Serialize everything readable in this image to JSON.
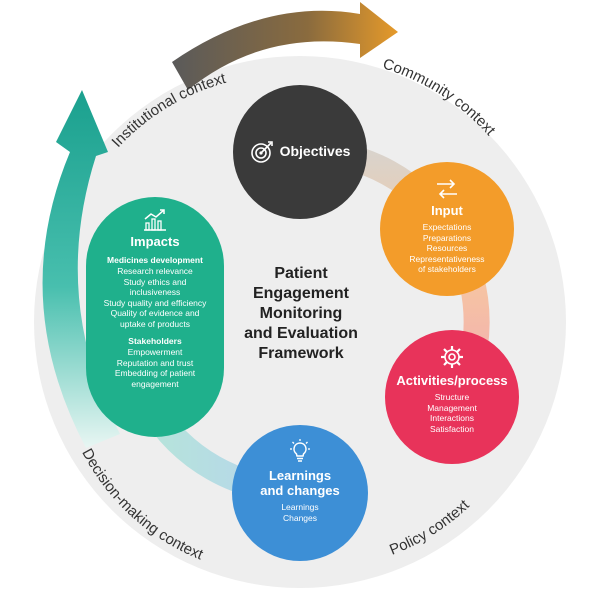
{
  "colors": {
    "objectives": "#3a3a3a",
    "input": "#f39c2a",
    "activities": "#e8335a",
    "learnings": "#3d8fd6",
    "impacts": "#1fb08c",
    "ring_background": "#eeeeee",
    "top_arrow": "#8a6b3e",
    "left_arrow": "#2fb3a0"
  },
  "contexts": {
    "institutional": "Institutional context",
    "community": "Community context",
    "policy": "Policy context",
    "decision_making": "Decision-making context"
  },
  "center_title": [
    "Patient",
    "Engagement",
    "Monitoring",
    "and Evaluation",
    "Framework"
  ],
  "objectives": {
    "title": "Objectives",
    "icon": "target-icon"
  },
  "input": {
    "title": "Input",
    "icon": "arrows-swap-icon",
    "items": [
      "Expectations",
      "Preparations",
      "Resources",
      "Representativeness",
      "of stakeholders"
    ]
  },
  "activities": {
    "title": "Activities/process",
    "icon": "gear-icon",
    "items": [
      "Structure",
      "Management",
      "Interactions",
      "Satisfaction"
    ]
  },
  "learnings": {
    "title_lines": [
      "Learnings",
      "and changes"
    ],
    "icon": "lightbulb-icon",
    "items": [
      "Learnings",
      "Changes"
    ]
  },
  "impacts": {
    "title": "Impacts",
    "icon": "bar-chart-icon",
    "group1": {
      "heading": "Medicines development",
      "items": [
        "Research relevance",
        "Study ethics and",
        "inclusiveness",
        "Study quality and efficiency",
        "Quality of evidence and",
        "uptake of products"
      ]
    },
    "group2": {
      "heading": "Stakeholders",
      "items": [
        "Empowerment",
        "Reputation and trust",
        "Embedding of patient",
        "engagement"
      ]
    }
  }
}
